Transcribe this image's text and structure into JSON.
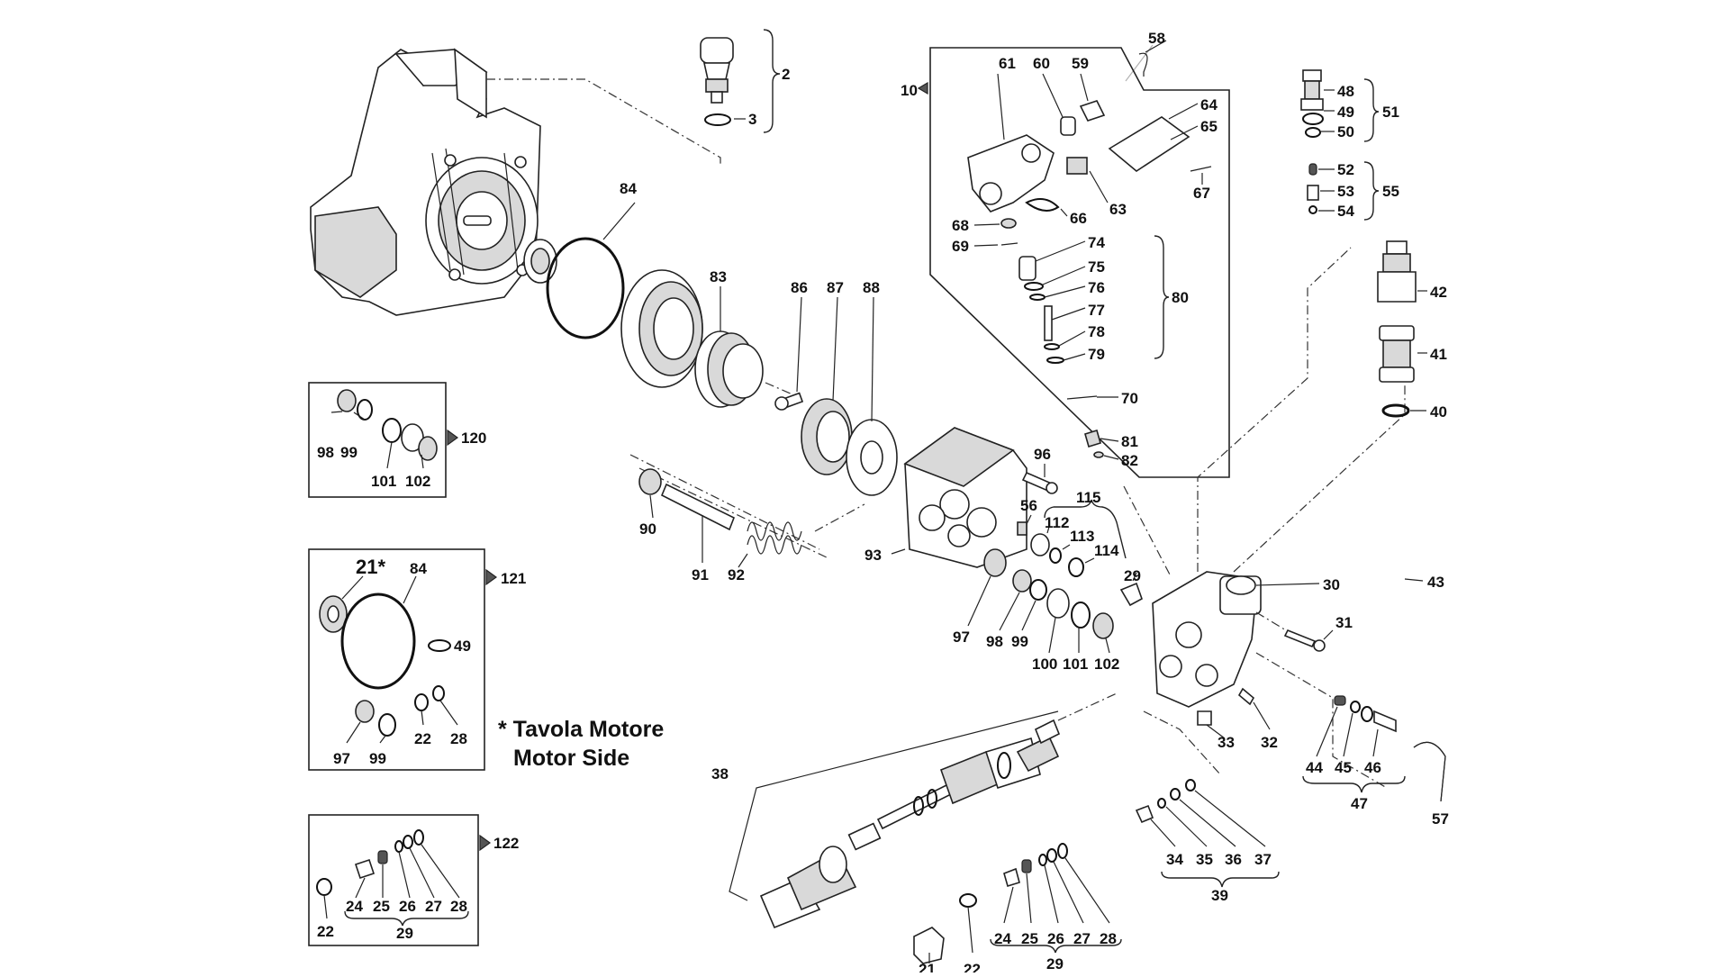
{
  "note": {
    "line1": "* Tavola Motore",
    "line2": "Motor Side"
  },
  "callouts": {
    "c2": "2",
    "c3": "3",
    "c10": "10",
    "c21": "21",
    "c21s": "21*",
    "c22": "22",
    "c24": "24",
    "c25": "25",
    "c26": "26",
    "c27": "27",
    "c28": "28",
    "c29": "29",
    "c30": "30",
    "c31": "31",
    "c32": "32",
    "c33": "33",
    "c34": "34",
    "c35": "35",
    "c36": "36",
    "c37": "37",
    "c38": "38",
    "c39": "39",
    "c40": "40",
    "c41": "41",
    "c42": "42",
    "c43": "43",
    "c44": "44",
    "c45": "45",
    "c46": "46",
    "c47": "47",
    "c48": "48",
    "c49": "49",
    "c50": "50",
    "c51": "51",
    "c52": "52",
    "c53": "53",
    "c54": "54",
    "c55": "55",
    "c56": "56",
    "c57": "57",
    "c58": "58",
    "c59": "59",
    "c60": "60",
    "c61": "61",
    "c63": "63",
    "c64": "64",
    "c65": "65",
    "c66": "66",
    "c67": "67",
    "c68": "68",
    "c69": "69",
    "c70": "70",
    "c74": "74",
    "c75": "75",
    "c76": "76",
    "c77": "77",
    "c78": "78",
    "c79": "79",
    "c80": "80",
    "c81": "81",
    "c82": "82",
    "c83": "83",
    "c84": "84",
    "c86": "86",
    "c87": "87",
    "c88": "88",
    "c90": "90",
    "c91": "91",
    "c92": "92",
    "c93": "93",
    "c96": "96",
    "c97": "97",
    "c98": "98",
    "c99": "99",
    "c100": "100",
    "c101": "101",
    "c102": "102",
    "c112": "112",
    "c113": "113",
    "c114": "114",
    "c115": "115",
    "c120": "120",
    "c121": "121",
    "c122": "122"
  }
}
